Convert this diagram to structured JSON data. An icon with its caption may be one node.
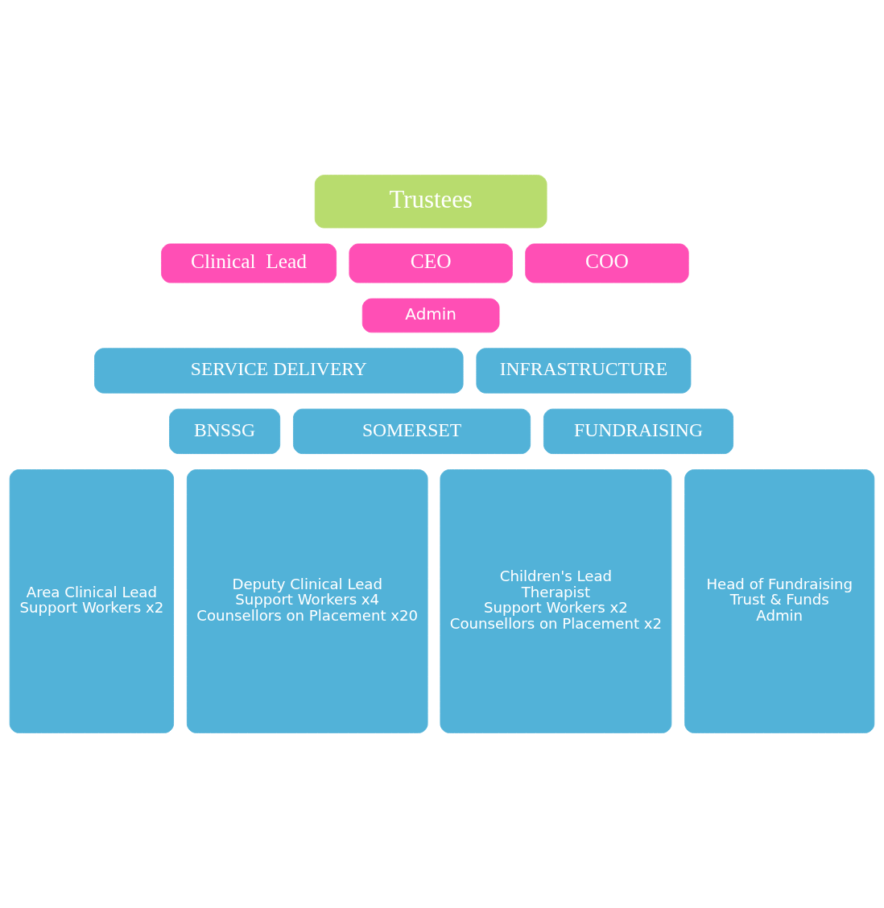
{
  "diagram": {
    "nodes": [
      {
        "text": [
          "Trustees"
        ]
      },
      {
        "text": [
          "Clinical  Lead"
        ]
      },
      {
        "text": [
          "CEO"
        ]
      },
      {
        "text": [
          "COO"
        ]
      },
      {
        "text": [
          "Admin"
        ]
      },
      {
        "text": [
          "SERVICE DELIVERY"
        ]
      },
      {
        "text": [
          "INFRASTRUCTURE"
        ]
      },
      {
        "text": [
          "BNSSG"
        ]
      },
      {
        "text": [
          "SOMERSET"
        ]
      },
      {
        "text": [
          "FUNDRAISING"
        ]
      },
      {
        "text": [
          "Area Clinical Lead",
          "Support Workers x2"
        ]
      },
      {
        "text": [
          "Deputy Clinical Lead",
          "Support Workers x4",
          "Counsellors on Placement x20"
        ]
      },
      {
        "text": [
          "Children's Lead",
          "Therapist",
          "Support Workers x2",
          "Counsellors on Placement x2"
        ]
      },
      {
        "text": [
          "Head of Fundraising",
          "Trust & Funds",
          "Admin"
        ]
      }
    ],
    "edges": []
  }
}
